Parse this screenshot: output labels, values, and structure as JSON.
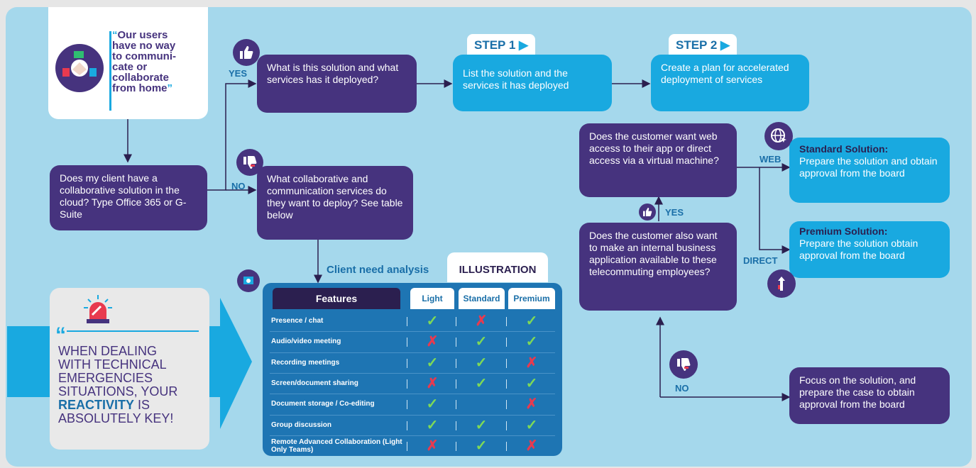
{
  "quote": {
    "text": "Our users have no way to communi-cate or collaborate from home",
    "lines": [
      "Our users",
      "have no way",
      "to communi-",
      "cate or",
      "collaborate",
      "from home"
    ],
    "open_mark": "“",
    "close_mark": "”"
  },
  "labels": {
    "yes1": "YES",
    "no1": "NO",
    "yes2": "YES",
    "no2": "NO",
    "web": "WEB",
    "direct": "DIRECT"
  },
  "boxes": {
    "q_client": "Does my client have a collaborative solution in the cloud? Type Office 365 or G-Suite",
    "q_solution": "What is this solution and what services has it deployed?",
    "q_collab": "What collaborative and communication services do they want to deploy? See table below",
    "step1_text": "List the solution and the services it has deployed",
    "step2_text": "Create a plan for accelerated deployment of services",
    "q_web": "Does the customer want web access to their app or direct access via a virtual machine?",
    "q_internal": "Does the customer also want to make an internal business application available to these telecommuting employees?",
    "standard_title": "Standard Solution:",
    "standard_text": "Prepare the solution and obtain approval from the board",
    "premium_title": "Premium Solution:",
    "premium_text": "Prepare the solution obtain approval from the board",
    "focus": "Focus on the solution, and prepare the case to obtain approval from the board"
  },
  "steps": {
    "step1": "STEP 1",
    "step2": "STEP 2"
  },
  "emergency": {
    "line1": "WHEN DEALING",
    "line2": "WITH TECHNICAL",
    "line3": "EMERGENCIES",
    "line4": "SITUATIONS, YOUR",
    "highlight": "REACTIVITY",
    "line5_rest": " IS",
    "line6": "ABSOLUTELY KEY!",
    "quote_mark": "“"
  },
  "table": {
    "caption": "Client need analysis",
    "badge": "ILLUSTRATION",
    "headers": [
      "Features",
      "Light",
      "Standard",
      "Premium"
    ],
    "rows": [
      {
        "feature": "Presence / chat",
        "light": "✓",
        "standard": "✗",
        "premium": "✓"
      },
      {
        "feature": "Audio/video meeting",
        "light": "✗",
        "standard": "✓",
        "premium": "✓"
      },
      {
        "feature": "Recording meetings",
        "light": "✓",
        "standard": "✓",
        "premium": "✗"
      },
      {
        "feature": "Screen/document sharing",
        "light": "✗",
        "standard": "✓",
        "premium": "✓"
      },
      {
        "feature": "Document storage / Co-editing",
        "light": "✓",
        "standard": "",
        "premium": "✗"
      },
      {
        "feature": "Group discussion",
        "light": "✓",
        "standard": "✓",
        "premium": "✓"
      },
      {
        "feature": "Remote Advanced Collaboration (Light Only Teams)",
        "light": "✗",
        "standard": "✓",
        "premium": "✗"
      }
    ]
  },
  "colors": {
    "purple": "#46337e",
    "blue": "#19a9e0",
    "check": "#7ed957",
    "cross": "#e83a4f",
    "table_bg": "#1e75b3",
    "panel": "#a5d8ec"
  },
  "icons": [
    "thumbs-up-icon",
    "thumbs-down-icon",
    "globe-cursor-icon",
    "direction-arrow-icon",
    "siren-icon",
    "hands-collaboration-icon",
    "video-call-icon"
  ]
}
